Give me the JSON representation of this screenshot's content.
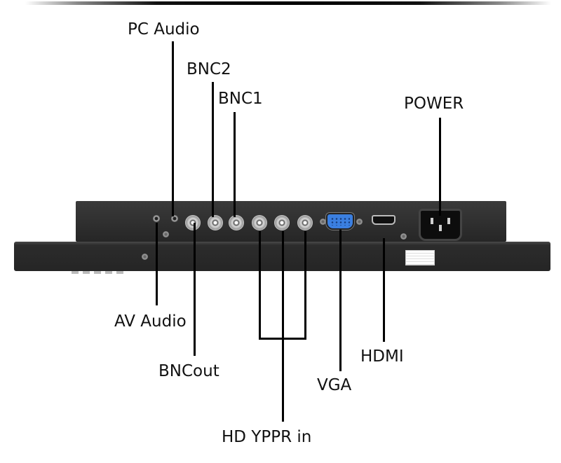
{
  "diagram": {
    "subject": "Monitor rear connector panel",
    "labels": {
      "pc_audio": "PC Audio",
      "bnc2": "BNC2",
      "bnc1": "BNC1",
      "power": "POWER",
      "av_audio": "AV Audio",
      "bnc_out": "BNCout",
      "hdmi": "HDMI",
      "vga": "VGA",
      "hd_yppr_in": "HD YPPR in"
    },
    "connectors": [
      {
        "id": "av_audio",
        "type": "audio-jack"
      },
      {
        "id": "pc_audio",
        "type": "audio-jack"
      },
      {
        "id": "bnc_out",
        "type": "bnc"
      },
      {
        "id": "bnc2",
        "type": "bnc"
      },
      {
        "id": "bnc1",
        "type": "bnc"
      },
      {
        "id": "hd_yppr_y",
        "type": "bnc"
      },
      {
        "id": "hd_yppr_pb",
        "type": "bnc"
      },
      {
        "id": "hd_yppr_pr",
        "type": "bnc"
      },
      {
        "id": "vga",
        "type": "vga",
        "color": "#3b7fe0"
      },
      {
        "id": "hdmi",
        "type": "hdmi"
      },
      {
        "id": "power",
        "type": "iec-c14"
      }
    ]
  }
}
